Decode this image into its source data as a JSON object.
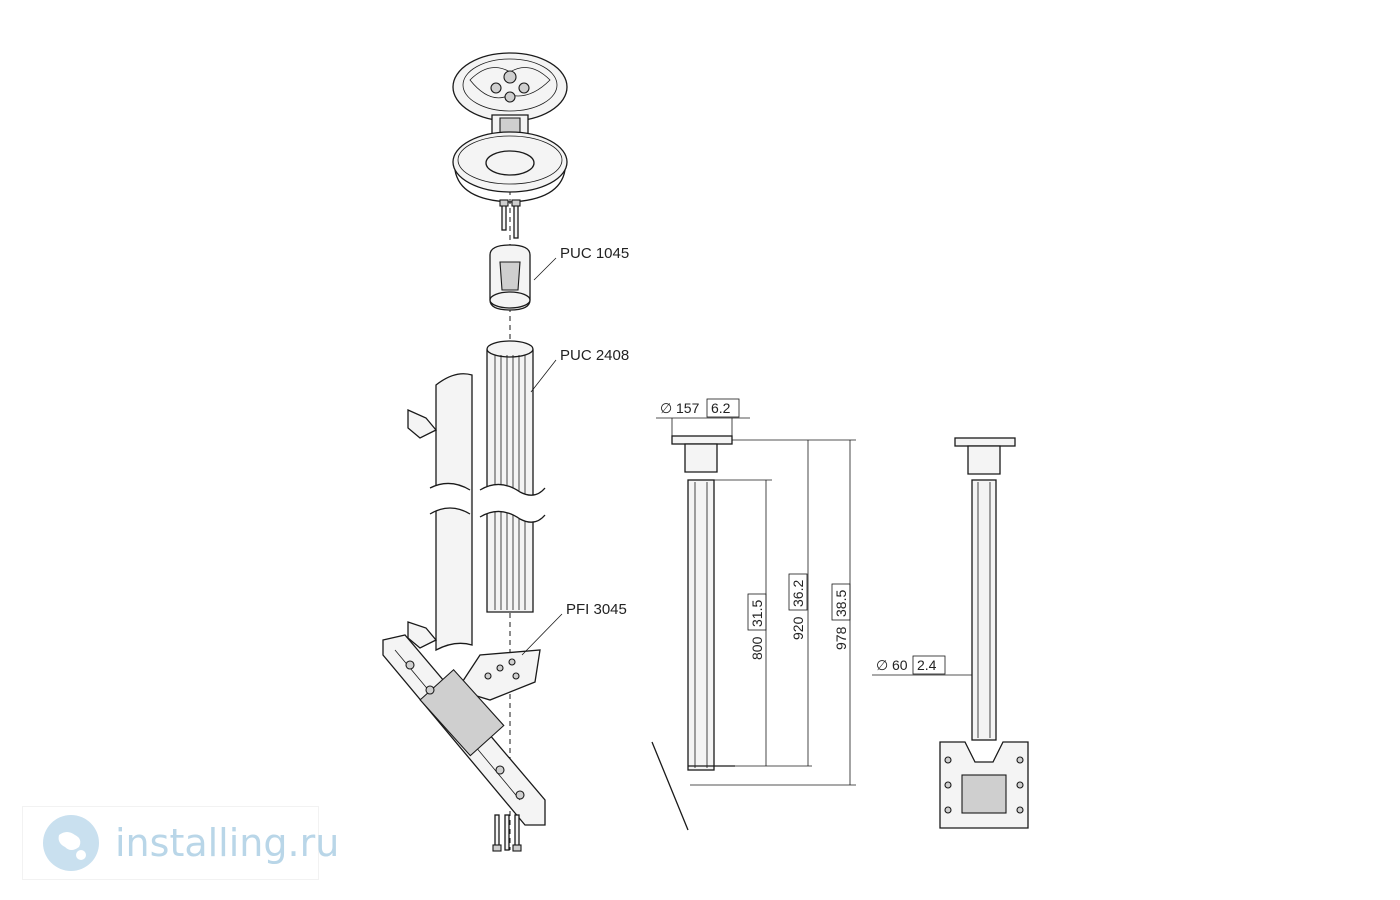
{
  "labels": {
    "puc1045": "PUC 1045",
    "puc2408": "PUC 2408",
    "pfi3045": "PFI 3045"
  },
  "dimensions": {
    "diameter_top_mm": "157",
    "diameter_top_in": "6.2",
    "tube_length_mm": "800",
    "tube_length_in": "31.5",
    "mid_length_mm": "920",
    "mid_length_in": "36.2",
    "total_length_mm": "978",
    "total_length_in": "38.5",
    "tube_diameter_mm": "60",
    "tube_diameter_in": "2.4",
    "diameter_symbol": "∅"
  },
  "watermark": {
    "text": "installing.ru"
  },
  "colors": {
    "line": "#1a1a1a",
    "watermark": "#b9d6e8"
  }
}
